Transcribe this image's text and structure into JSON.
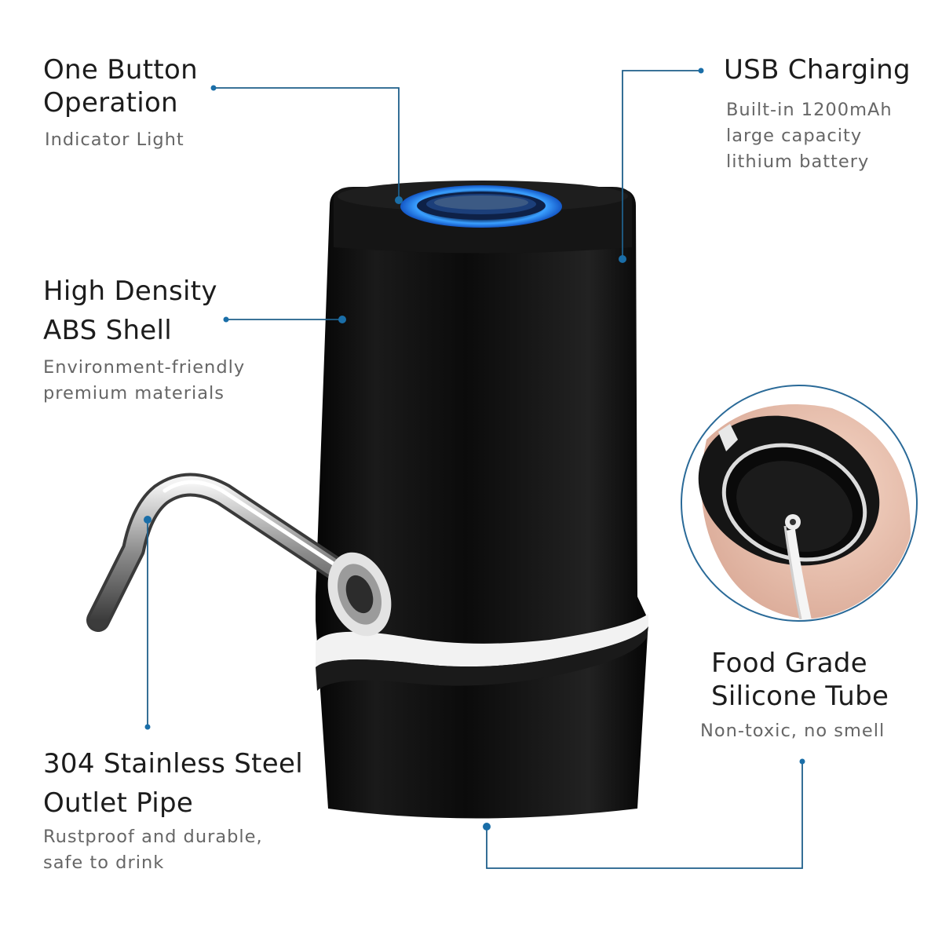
{
  "features": {
    "one_button": {
      "title": [
        "One Button",
        "Operation"
      ],
      "subtitle": [
        "Indicator Light"
      ]
    },
    "usb": {
      "title": [
        "USB Charging"
      ],
      "subtitle": [
        "Built-in 1200mAh",
        "large capacity",
        "lithium battery"
      ]
    },
    "shell": {
      "title": [
        "High Density",
        "ABS Shell"
      ],
      "subtitle": [
        "Environment-friendly",
        "premium materials"
      ]
    },
    "tube": {
      "title": [
        "Food Grade",
        "Silicone Tube"
      ],
      "subtitle": [
        "Non-toxic,  no smell"
      ]
    },
    "pipe": {
      "title": [
        "304 Stainless Steel",
        "Outlet Pipe"
      ],
      "subtitle": [
        "Rustproof and durable,",
        "safe to drink"
      ]
    }
  },
  "colors": {
    "callout_line": "#1f5f8a",
    "callout_dot": "#1a6ea8",
    "indicator_ring": "#2f8fff",
    "body": "#121212",
    "band": "#ececec"
  }
}
